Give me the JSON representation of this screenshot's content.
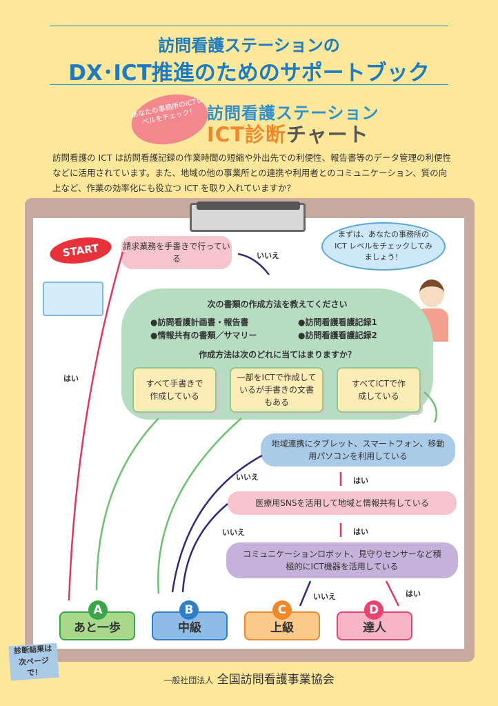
{
  "header": {
    "title_line1": "訪問看護ステーションの",
    "title_line2": "DX･ICT推進のためのサポートブック"
  },
  "badge": "あなたの事務所のICTレベルをチェック！",
  "chart_title": {
    "line1": "訪問看護ステーション",
    "line2_a": "ICT診断",
    "line2_b": "チャート"
  },
  "intro": "訪問看護の ICT は訪問看護記録の作業時間の短縮や外出先での利便性、報告書等のデータ管理の利便性などに活用されています。また、地域の他の事業所との連携や利用者とのコミュニケーション、質の向上など、作業の効率化にも役立つ ICT を取り入れていますか？",
  "flow": {
    "start": "START",
    "q1": "請求業務を手書きで行っている",
    "speech": "まずは、あなたの事務所のICT レベルをチェックしてみましょう！",
    "q2_title": "次の書類の作成方法を教えてください",
    "docs": [
      "●訪問看護計画書・報告書",
      "●訪問看護看護記録1",
      "●情報共有の書類／サマリー",
      "●訪問看護看護記録2"
    ],
    "q2_sub": "作成方法は次のどれに当てはまりますか？",
    "options": [
      "すべて手書きで作成している",
      "一部をICTで作成しているが手書きの文書もある",
      "すべてICTで作成している"
    ],
    "q3": "地域連携にタブレット、スマートフォン、移動用パソコンを利用している",
    "q4": "医療用SNSを活用して地域と情報共有している",
    "q5": "コミュニケーションロボット、見守りセンサーなど積極的にICT機器を活用している",
    "yes": "はい",
    "no": "いいえ"
  },
  "results": [
    {
      "letter": "A",
      "label": "あと一歩",
      "color": "#3aa54a"
    },
    {
      "letter": "B",
      "label": "中級",
      "color": "#2f7fc8"
    },
    {
      "letter": "C",
      "label": "上級",
      "color": "#f0882c"
    },
    {
      "letter": "D",
      "label": "達人",
      "color": "#e5446d"
    }
  ],
  "note": "診断結果は次ページで！",
  "footer": {
    "org_type": "一般社団法人",
    "org": "全国訪問看護事業協会"
  }
}
